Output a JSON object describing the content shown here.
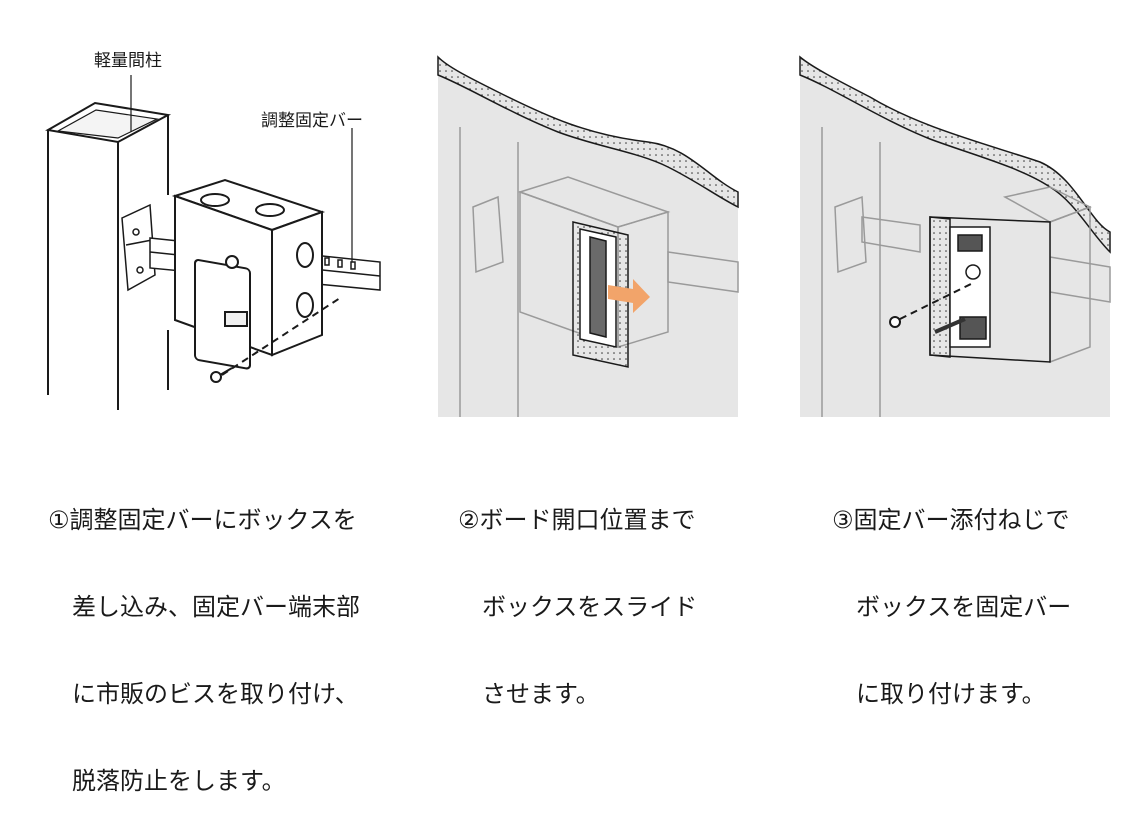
{
  "diagram": {
    "step1": {
      "labels": {
        "stud": "軽量間柱",
        "bar": "調整固定バー"
      },
      "caption_lines": [
        "①調整固定バーにボックスを",
        "　差し込み、固定バー端末部",
        "　に市販のビスを取り付け、",
        "　脱落防止をします。"
      ]
    },
    "step2": {
      "caption_lines": [
        "②ボード開口位置まで",
        "　ボックスをスライド",
        "　させます。"
      ]
    },
    "step3": {
      "caption_lines": [
        "③固定バー添付ねじで",
        "　ボックスを固定バー",
        "　に取り付けます。"
      ]
    },
    "colors": {
      "line": "#1a1a1a",
      "panel_bg": "#e6e6e6",
      "arrow": "#f2a46a",
      "board": "#ffffff"
    }
  }
}
